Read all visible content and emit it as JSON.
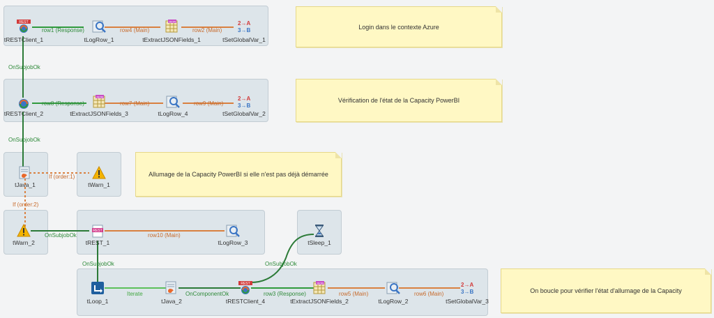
{
  "notes": [
    "Login dans le contexte Azure",
    "Vérification de l'état de la Capacity PowerBI",
    "Allumage de la Capacity PowerBI si elle n'est pas déjà démarrée",
    "On boucle pour vérifier l'état d'allumage de la Capacity"
  ],
  "components": {
    "trestclient_1": "tRESTClient_1",
    "tlogrow_1": "tLogRow_1",
    "textract_1": "tExtractJSONFields_1",
    "tsetglobal_1": "tSetGlobalVar_1",
    "trestclient_2": "tRESTClient_2",
    "textract_3": "tExtractJSONFields_3",
    "tlogrow_4": "tLogRow_4",
    "tsetglobal_2": "tSetGlobalVar_2",
    "tjava_1": "tJava_1",
    "twarn_1": "tWarn_1",
    "twarn_2": "tWarn_2",
    "trest_1": "tREST_1",
    "tlogrow_3": "tLogRow_3",
    "tsleep_1": "tSleep_1",
    "tloop_1": "tLoop_1",
    "tjava_2": "tJava_2",
    "trestclient_4": "tRESTClient_4",
    "textract_2": "tExtractJSONFields_2",
    "tlogrow_2": "tLogRow_2",
    "tsetglobal_3": "tSetGlobalVar_3"
  },
  "flows": {
    "row1": "row1 (Response)",
    "row4": "row4 (Main)",
    "row2": "row2 (Main)",
    "row8": "row8 (Response)",
    "row7": "row7 (Main)",
    "row9": "row9 (Main)",
    "row10": "row10 (Main)",
    "row3": "row3 (Response)",
    "row5": "row5 (Main)",
    "row6": "row6 (Main)",
    "if1": "If (order:1)",
    "if2": "If (order:2)",
    "iterate": "Iterate",
    "oncompok": "OnComponentOk",
    "onsubjobok_1": "OnSubjobOk",
    "onsubjobok_2": "OnSubjobOk",
    "onsubjobok_3": "OnSubjobOk",
    "onsubjobok_4": "OnSubjobOk",
    "onsubjobok_5": "OnSubjobOk"
  },
  "icons": {
    "rest": "REST",
    "json": "JSON",
    "globalvar_a": "2→A",
    "globalvar_b": "3→B"
  },
  "colors": {
    "main_flow": "#d9803f",
    "response_flow": "#2f9a3c",
    "trigger_flow": "#2b7a37",
    "if_flow": "#d9803f",
    "iterate_flow": "#5cc05a",
    "note_bg": "#fff8c4",
    "subjob_bg": "#dde5ea"
  }
}
